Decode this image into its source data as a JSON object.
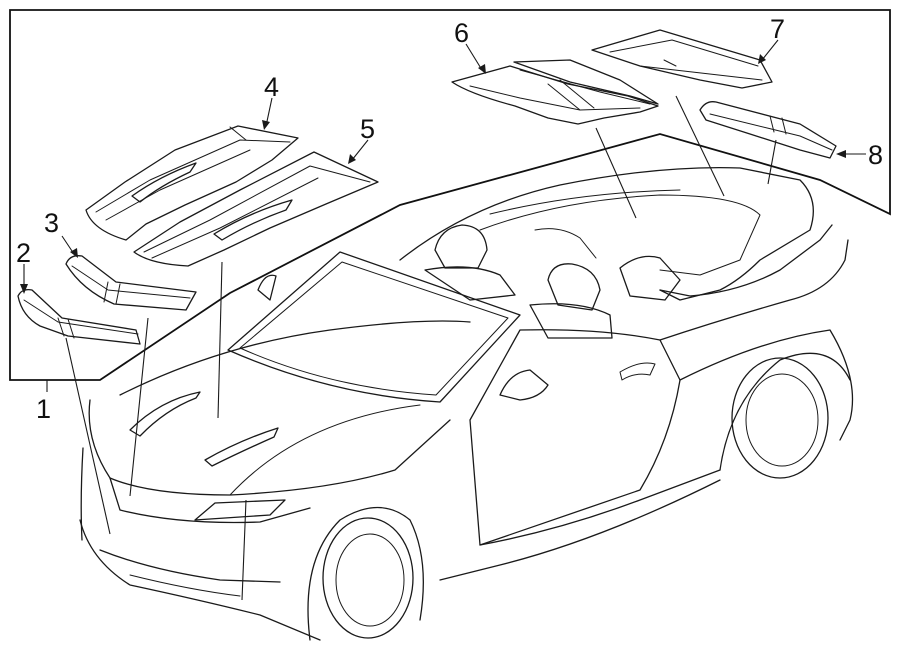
{
  "callouts": [
    {
      "id": "1",
      "label": "1"
    },
    {
      "id": "2",
      "label": "2"
    },
    {
      "id": "3",
      "label": "3"
    },
    {
      "id": "4",
      "label": "4"
    },
    {
      "id": "5",
      "label": "5"
    },
    {
      "id": "6",
      "label": "6"
    },
    {
      "id": "7",
      "label": "7"
    },
    {
      "id": "8",
      "label": "8"
    }
  ],
  "colors": {
    "line": "#1a1a1a",
    "background": "#ffffff"
  }
}
